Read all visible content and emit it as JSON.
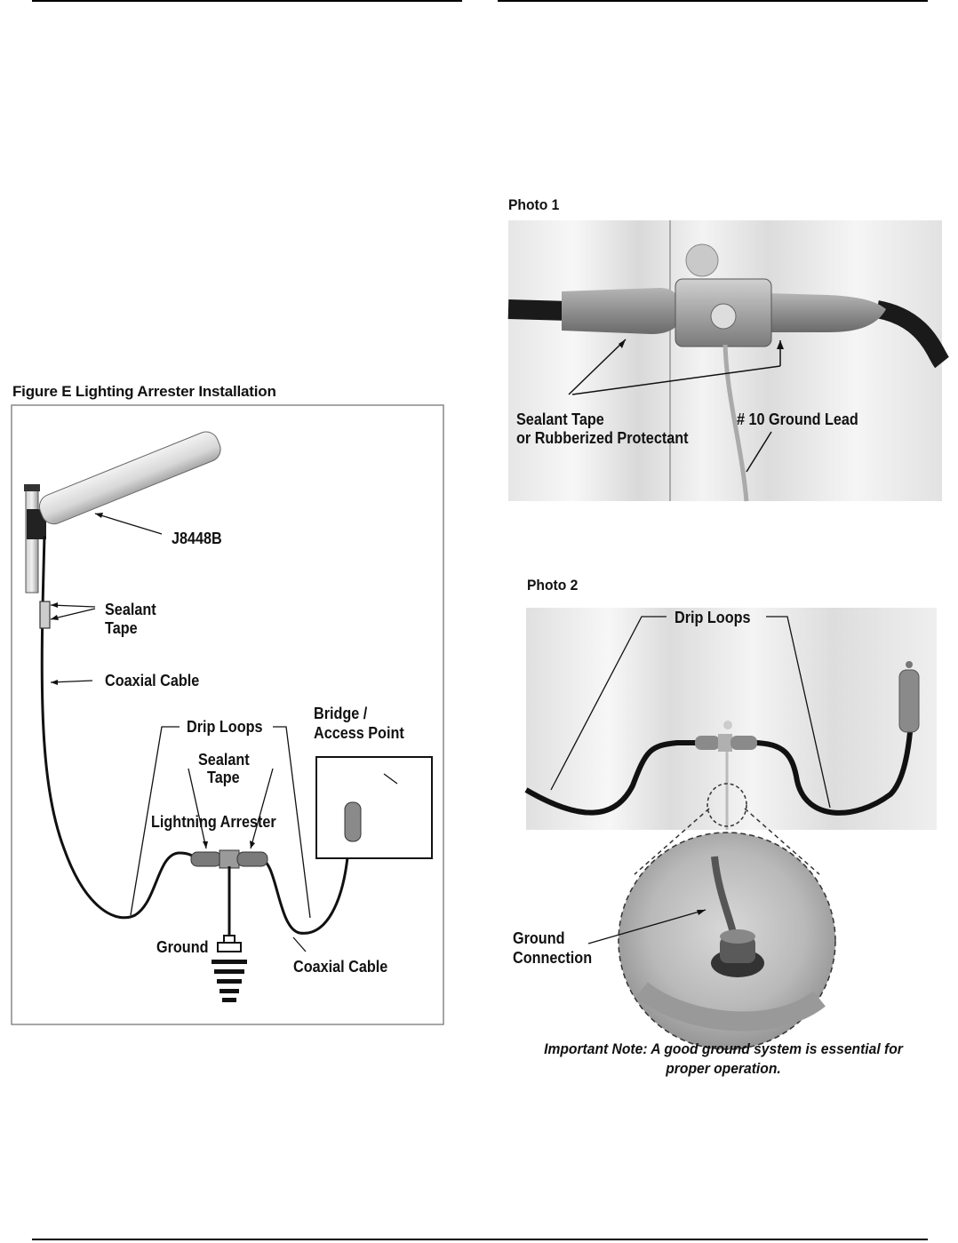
{
  "figure": {
    "caption": "Figure E Lighting Arrester Installation",
    "labels": {
      "antenna_model": "J8448B",
      "sealant_tape_top_line1": "Sealant",
      "sealant_tape_top_line2": "Tape",
      "coaxial_cable_top": "Coaxial Cable",
      "drip_loops": "Drip Loops",
      "sealant_tape_mid_line1": "Sealant",
      "sealant_tape_mid_line2": "Tape",
      "lightning_arrester": "Lightning Arrester",
      "bridge_line1": "Bridge /",
      "bridge_line2": "Access Point",
      "ground": "Ground",
      "coaxial_cable_bottom": "Coaxial Cable"
    }
  },
  "photo1": {
    "caption": "Photo 1",
    "labels": {
      "sealant_line1": "Sealant Tape",
      "sealant_line2": "or Rubberized Protectant",
      "ground_lead": "# 10 Ground Lead"
    }
  },
  "photo2": {
    "caption": "Photo 2",
    "labels": {
      "drip_loops": "Drip Loops",
      "ground_connection_line1": "Ground",
      "ground_connection_line2": "Connection"
    },
    "note_line1": "Important Note: A good ground system is essential for",
    "note_line2": "proper operation."
  }
}
